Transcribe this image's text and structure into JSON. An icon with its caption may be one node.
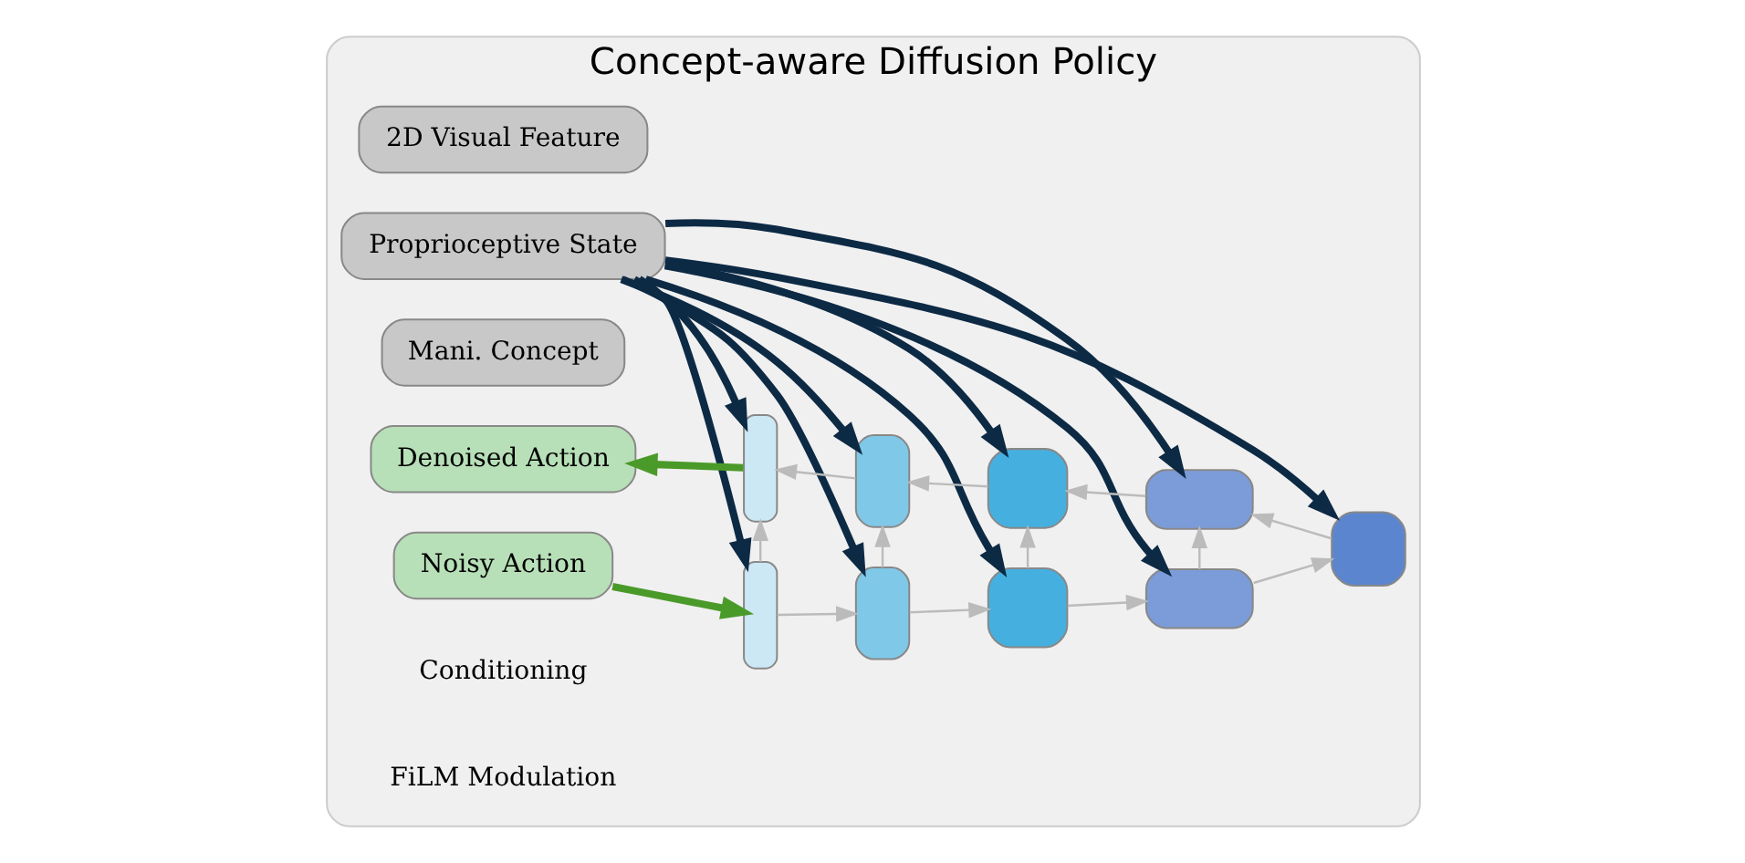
{
  "diagram": {
    "nodes": [
      {
        "text": [
          "Concept-aware Diffusion Policy"
        ]
      },
      {
        "text": [
          "2D Visual Feature"
        ],
        "in": 0
      },
      {
        "text": [
          "Proprioceptive State"
        ],
        "in": 0
      },
      {
        "text": [
          "Mani. Concept"
        ],
        "in": 0
      },
      {
        "text": [
          "Noisy Action"
        ],
        "in": 0
      },
      {
        "text": [],
        "shape": "box",
        "in": 0
      },
      {
        "text": [],
        "shape": "box",
        "in": 0
      },
      {
        "text": [],
        "shape": "box",
        "in": 0
      },
      {
        "text": [],
        "shape": "box",
        "in": 0
      },
      {
        "text": [],
        "shape": "box",
        "in": 0
      },
      {
        "text": [],
        "shape": "box",
        "in": 0
      },
      {
        "text": [],
        "shape": "box",
        "in": 0
      },
      {
        "text": [],
        "shape": "box",
        "in": 0
      },
      {
        "text": [],
        "shape": "box",
        "in": 0
      },
      {
        "text": [
          "Denoised Action"
        ],
        "in": 0
      }
    ],
    "edges": [
      {
        "from": 4,
        "to": 5,
        "arrow": "to",
        "style": "thick",
        "color": "#4a9a2a"
      },
      {
        "from": 5,
        "to": 6,
        "arrow": "to"
      },
      {
        "from": 6,
        "to": 7,
        "arrow": "to"
      },
      {
        "from": 7,
        "to": 8,
        "arrow": "to"
      },
      {
        "from": 8,
        "to": 9,
        "arrow": "to"
      },
      {
        "from": 9,
        "to": 10,
        "arrow": "to"
      },
      {
        "from": 10,
        "to": 11,
        "arrow": "to"
      },
      {
        "from": 11,
        "to": 12,
        "arrow": "to"
      },
      {
        "from": 12,
        "to": 13,
        "arrow": "to"
      },
      {
        "from": 13,
        "to": 14,
        "arrow": "to",
        "style": "thick",
        "color": "#4a9a2a"
      },
      {
        "from": 5,
        "to": 13,
        "arrow": "to"
      },
      {
        "from": 6,
        "to": 12,
        "arrow": "to"
      },
      {
        "from": 7,
        "to": 11,
        "arrow": "to"
      },
      {
        "from": 8,
        "to": 10,
        "arrow": "to"
      },
      {
        "from": 2,
        "to": 5,
        "arrow": "to",
        "style": "thick",
        "color": "#0d2a45"
      },
      {
        "from": 2,
        "to": 13,
        "arrow": "to",
        "style": "thick",
        "color": "#0d2a45"
      },
      {
        "from": 2,
        "to": 6,
        "arrow": "to",
        "style": "thick",
        "color": "#0d2a45"
      },
      {
        "from": 2,
        "to": 12,
        "arrow": "to",
        "style": "thick",
        "color": "#0d2a45"
      },
      {
        "from": 2,
        "to": 7,
        "arrow": "to",
        "style": "thick",
        "color": "#0d2a45"
      },
      {
        "from": 2,
        "to": 11,
        "arrow": "to",
        "style": "thick",
        "color": "#0d2a45"
      },
      {
        "from": 2,
        "to": 8,
        "arrow": "to",
        "style": "thick",
        "color": "#0d2a45"
      },
      {
        "from": 2,
        "to": 10,
        "arrow": "to",
        "style": "thick",
        "color": "#0d2a45"
      },
      {
        "from": 2,
        "to": 9,
        "arrow": "to",
        "style": "thick",
        "color": "#0d2a45"
      }
    ],
    "labels": [
      "Conditioning",
      "FiLM Modulation"
    ]
  }
}
